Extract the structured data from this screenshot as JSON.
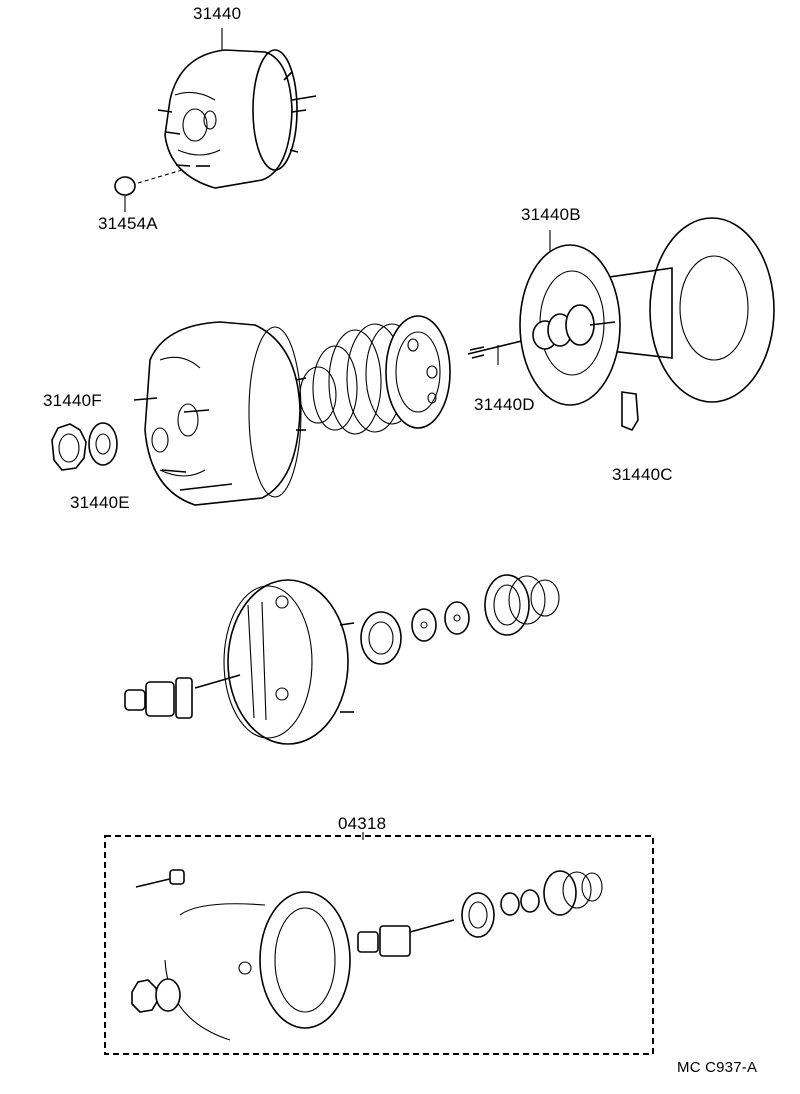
{
  "labels": {
    "booster_assy": "31440",
    "check_valve_grommet": "31454A",
    "rear_shell_kit": "31440B",
    "retainer_f": "31440F",
    "seal_e": "31440E",
    "push_rod_d": "31440D",
    "clip_c": "31440C",
    "overhaul_kit": "04318",
    "diagram_code": "MC  C937-A"
  }
}
